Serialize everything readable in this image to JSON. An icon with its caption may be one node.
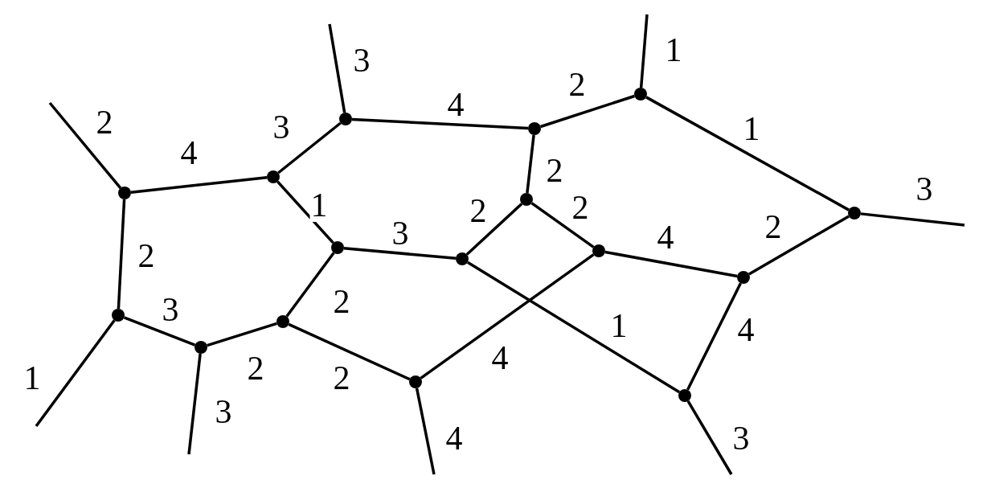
{
  "diagram": {
    "nodes": [
      {
        "text": [],
        "shape": "circle"
      },
      {
        "text": [],
        "shape": "circle"
      },
      {
        "text": [],
        "shape": "circle"
      },
      {
        "text": [],
        "shape": "circle"
      },
      {
        "text": [],
        "shape": "circle"
      },
      {
        "text": [],
        "shape": "circle"
      },
      {
        "text": [],
        "shape": "circle"
      },
      {
        "text": [],
        "shape": "circle"
      },
      {
        "text": [],
        "shape": "circle"
      },
      {
        "text": [],
        "shape": "circle"
      },
      {
        "text": [],
        "shape": "circle"
      },
      {
        "text": [],
        "shape": "circle"
      },
      {
        "text": [],
        "shape": "circle"
      },
      {
        "text": [],
        "shape": "circle"
      },
      {
        "text": [],
        "shape": "circle"
      },
      {
        "text": [],
        "shape": "circle"
      }
    ],
    "edges": [
      {
        "from": 0,
        "to": null,
        "arrow": "none",
        "label": "2"
      },
      {
        "from": 0,
        "to": 1,
        "arrow": "none",
        "label": "4"
      },
      {
        "from": 0,
        "to": 11,
        "arrow": "none",
        "label": "2"
      },
      {
        "from": 1,
        "to": 2,
        "arrow": "none",
        "label": "3"
      },
      {
        "from": 1,
        "to": 7,
        "arrow": "none",
        "label": "1"
      },
      {
        "from": 2,
        "to": null,
        "arrow": "none",
        "label": "3"
      },
      {
        "from": 2,
        "to": 3,
        "arrow": "none",
        "label": "4"
      },
      {
        "from": 3,
        "to": 4,
        "arrow": "none",
        "label": "2"
      },
      {
        "from": 3,
        "to": 6,
        "arrow": "none",
        "label": "2"
      },
      {
        "from": 4,
        "to": null,
        "arrow": "none",
        "label": "1"
      },
      {
        "from": 4,
        "to": 5,
        "arrow": "none",
        "label": "1"
      },
      {
        "from": 5,
        "to": null,
        "arrow": "none",
        "label": "3"
      },
      {
        "from": 5,
        "to": 10,
        "arrow": "none",
        "label": "2"
      },
      {
        "from": 7,
        "to": 8,
        "arrow": "none",
        "label": "3"
      },
      {
        "from": 8,
        "to": 6,
        "arrow": "none",
        "label": "2"
      },
      {
        "from": 6,
        "to": 9,
        "arrow": "none",
        "label": "2"
      },
      {
        "from": 9,
        "to": 10,
        "arrow": "none",
        "label": "4"
      },
      {
        "from": 8,
        "to": 15,
        "arrow": "none",
        "label": "1"
      },
      {
        "from": 9,
        "to": 14,
        "arrow": "none",
        "label": "4"
      },
      {
        "from": 10,
        "to": 15,
        "arrow": "none",
        "label": "4"
      },
      {
        "from": 11,
        "to": 12,
        "arrow": "none",
        "label": "3"
      },
      {
        "from": 11,
        "to": null,
        "arrow": "none",
        "label": "1"
      },
      {
        "from": 12,
        "to": 13,
        "arrow": "none",
        "label": "2"
      },
      {
        "from": 12,
        "to": null,
        "arrow": "none",
        "label": "3"
      },
      {
        "from": 13,
        "to": 7,
        "arrow": "none",
        "label": "2"
      },
      {
        "from": 13,
        "to": 14,
        "arrow": "none",
        "label": "2"
      },
      {
        "from": 14,
        "to": null,
        "arrow": "none",
        "label": "4"
      },
      {
        "from": 15,
        "to": null,
        "arrow": "none",
        "label": "3"
      }
    ]
  }
}
